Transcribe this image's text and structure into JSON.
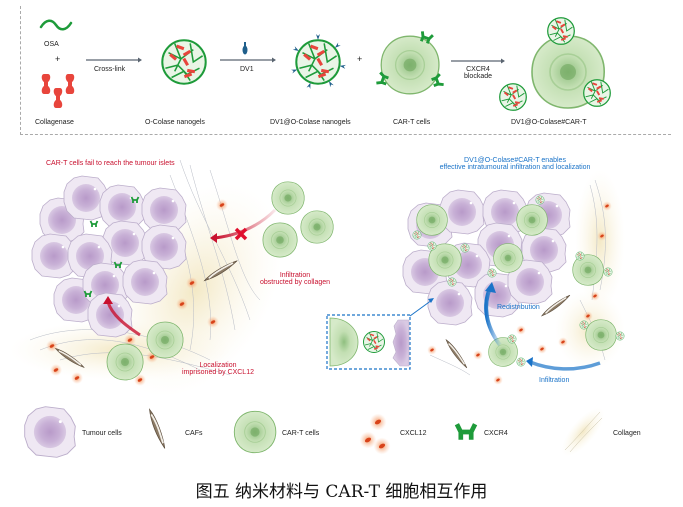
{
  "figure": {
    "caption": "图五  纳米材料与 CAR-T 细胞相互作用",
    "colors": {
      "tumour_cell": "#c9b2d6",
      "car_t_cell": "#b8d9a8",
      "nanogel_mesh": "#1e9b3a",
      "collagenase": "#e8453c",
      "dv1": "#1f5f8b",
      "cxcl12": "#e2561f",
      "cxcr4": "#1e9b3a",
      "collagen": "#efe4c0",
      "red_text": "#c8102e",
      "blue_text": "#1a73c8",
      "arrow_gray": "#5a6470"
    }
  },
  "top_panel": {
    "osa_label": "OSA",
    "plus_1": "+",
    "collagenase_label": "Collagenase",
    "crosslink_label": "Cross-link",
    "nanogel_label": "O-Colase nanogels",
    "dv1_label": "DV1",
    "dv1_nanogel_label": "DV1@O-Colase nanogels",
    "plus_2": "+",
    "car_t_label": "CAR-T cells",
    "blockade_label_line1": "CXCR4",
    "blockade_label_line2": "blockade",
    "product_label": "DV1@O-Colase#CAR-T"
  },
  "left_panel": {
    "title": "CAR-T cells fail to reach the tumour islets",
    "infiltration_line1": "Infiltration",
    "infiltration_line2": "obstructed by collagen",
    "localization_line1": "Localization",
    "localization_line2": "imprisoned by CXCL12"
  },
  "right_panel": {
    "title_line1": "DV1@O-Colase#CAR-T enables",
    "title_line2": "effective intratumoural infiltration and localization",
    "redistribution_label": "Redistribution",
    "infiltration_label": "Infiltration"
  },
  "legend": {
    "items": [
      {
        "icon": "tumour-cell-icon",
        "label": "Tumour cells"
      },
      {
        "icon": "caf-icon",
        "label": "CAFs"
      },
      {
        "icon": "car-t-cell-icon",
        "label": "CAR-T cells"
      },
      {
        "icon": "cxcl12-icon",
        "label": "CXCL12"
      },
      {
        "icon": "cxcr4-icon",
        "label": "CXCR4"
      },
      {
        "icon": "collagen-icon",
        "label": "Collagen"
      }
    ]
  }
}
